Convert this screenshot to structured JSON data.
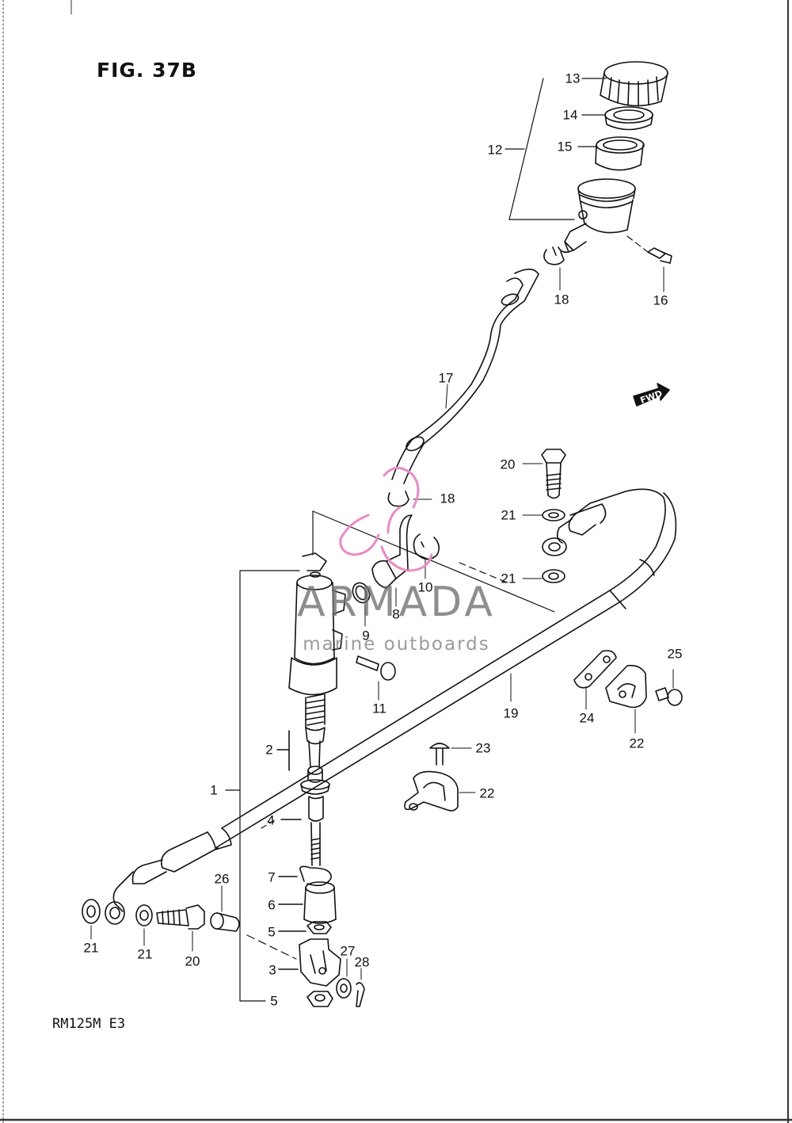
{
  "figure": {
    "title": "FIG. 37B",
    "model_code": "RM125M  E3"
  },
  "fwd_label": "FWD",
  "watermark": {
    "brand": "ARMADA",
    "tagline": "marine outboards",
    "accent_color": "#e88cc4",
    "text_color": "#777777"
  },
  "callouts": [
    {
      "id": "c13a",
      "label": "13"
    },
    {
      "id": "c14a",
      "label": "14"
    },
    {
      "id": "c12a",
      "label": "12"
    },
    {
      "id": "c15a",
      "label": "15"
    },
    {
      "id": "c18a",
      "label": "18"
    },
    {
      "id": "c16a",
      "label": "16"
    },
    {
      "id": "c17a",
      "label": "17"
    },
    {
      "id": "c20a",
      "label": "20"
    },
    {
      "id": "c18b",
      "label": "18"
    },
    {
      "id": "c21a",
      "label": "21"
    },
    {
      "id": "c10a",
      "label": "10"
    },
    {
      "id": "c21b",
      "label": "21"
    },
    {
      "id": "c8a",
      "label": "8"
    },
    {
      "id": "c9a",
      "label": "9"
    },
    {
      "id": "c25a",
      "label": "25"
    },
    {
      "id": "c11a",
      "label": "11"
    },
    {
      "id": "c19a",
      "label": "19"
    },
    {
      "id": "c24a",
      "label": "24"
    },
    {
      "id": "c22a",
      "label": "22"
    },
    {
      "id": "c2a",
      "label": "2"
    },
    {
      "id": "c23a",
      "label": "23"
    },
    {
      "id": "c1a",
      "label": "1"
    },
    {
      "id": "c22b",
      "label": "22"
    },
    {
      "id": "c4a",
      "label": "4"
    },
    {
      "id": "c26a",
      "label": "26"
    },
    {
      "id": "c7a",
      "label": "7"
    },
    {
      "id": "c6a",
      "label": "6"
    },
    {
      "id": "c5a",
      "label": "5"
    },
    {
      "id": "c21c",
      "label": "21"
    },
    {
      "id": "c21d",
      "label": "21"
    },
    {
      "id": "c20b",
      "label": "20"
    },
    {
      "id": "c27a",
      "label": "27"
    },
    {
      "id": "c3a",
      "label": "3"
    },
    {
      "id": "c28a",
      "label": "28"
    },
    {
      "id": "c5b",
      "label": "5"
    }
  ]
}
